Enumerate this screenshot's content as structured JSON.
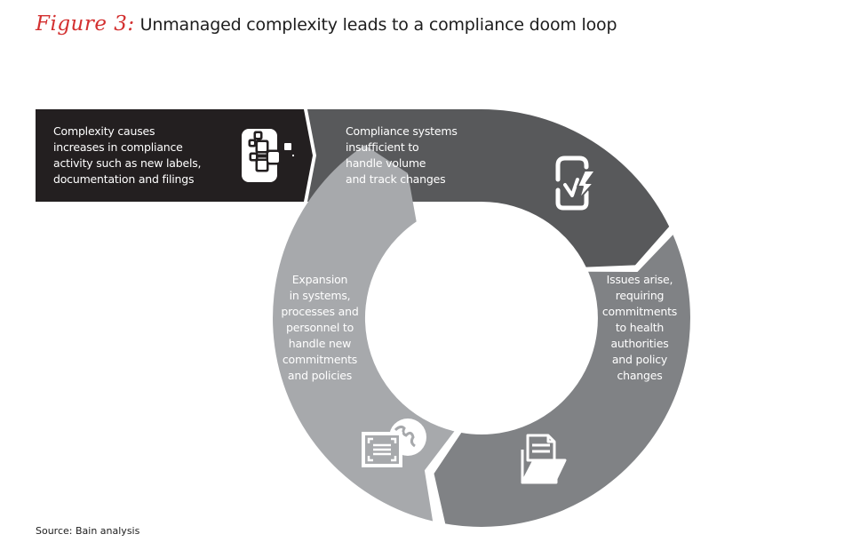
{
  "figure": {
    "label": "Figure 3:",
    "title": "Unmanaged complexity leads to a compliance doom loop",
    "label_color": "#d32f2f"
  },
  "steps": [
    {
      "id": "complexity",
      "lines": [
        "Complexity causes",
        "increases in compliance",
        "activity such as new labels,",
        "documentation and filings"
      ],
      "icon": "complexity-blocks-icon",
      "color": "#231f20"
    },
    {
      "id": "systems-insufficient",
      "lines": [
        "Compliance systems",
        "insufficient to",
        "handle volume",
        "and track changes"
      ],
      "icon": "device-alert-icon",
      "color": "#58595b"
    },
    {
      "id": "issues-arise",
      "lines": [
        "Issues arise,",
        "requiring",
        "commitments",
        "to health",
        "authorities",
        "and policy",
        "changes"
      ],
      "icon": "document-folder-icon",
      "color": "#808285"
    },
    {
      "id": "expansion",
      "lines": [
        "Expansion",
        "in systems,",
        "processes and",
        "personnel to",
        "handle new",
        "commitments",
        "and policies"
      ],
      "icon": "global-document-icon",
      "color": "#a7a9ac"
    }
  ],
  "source": "Source: Bain analysis"
}
